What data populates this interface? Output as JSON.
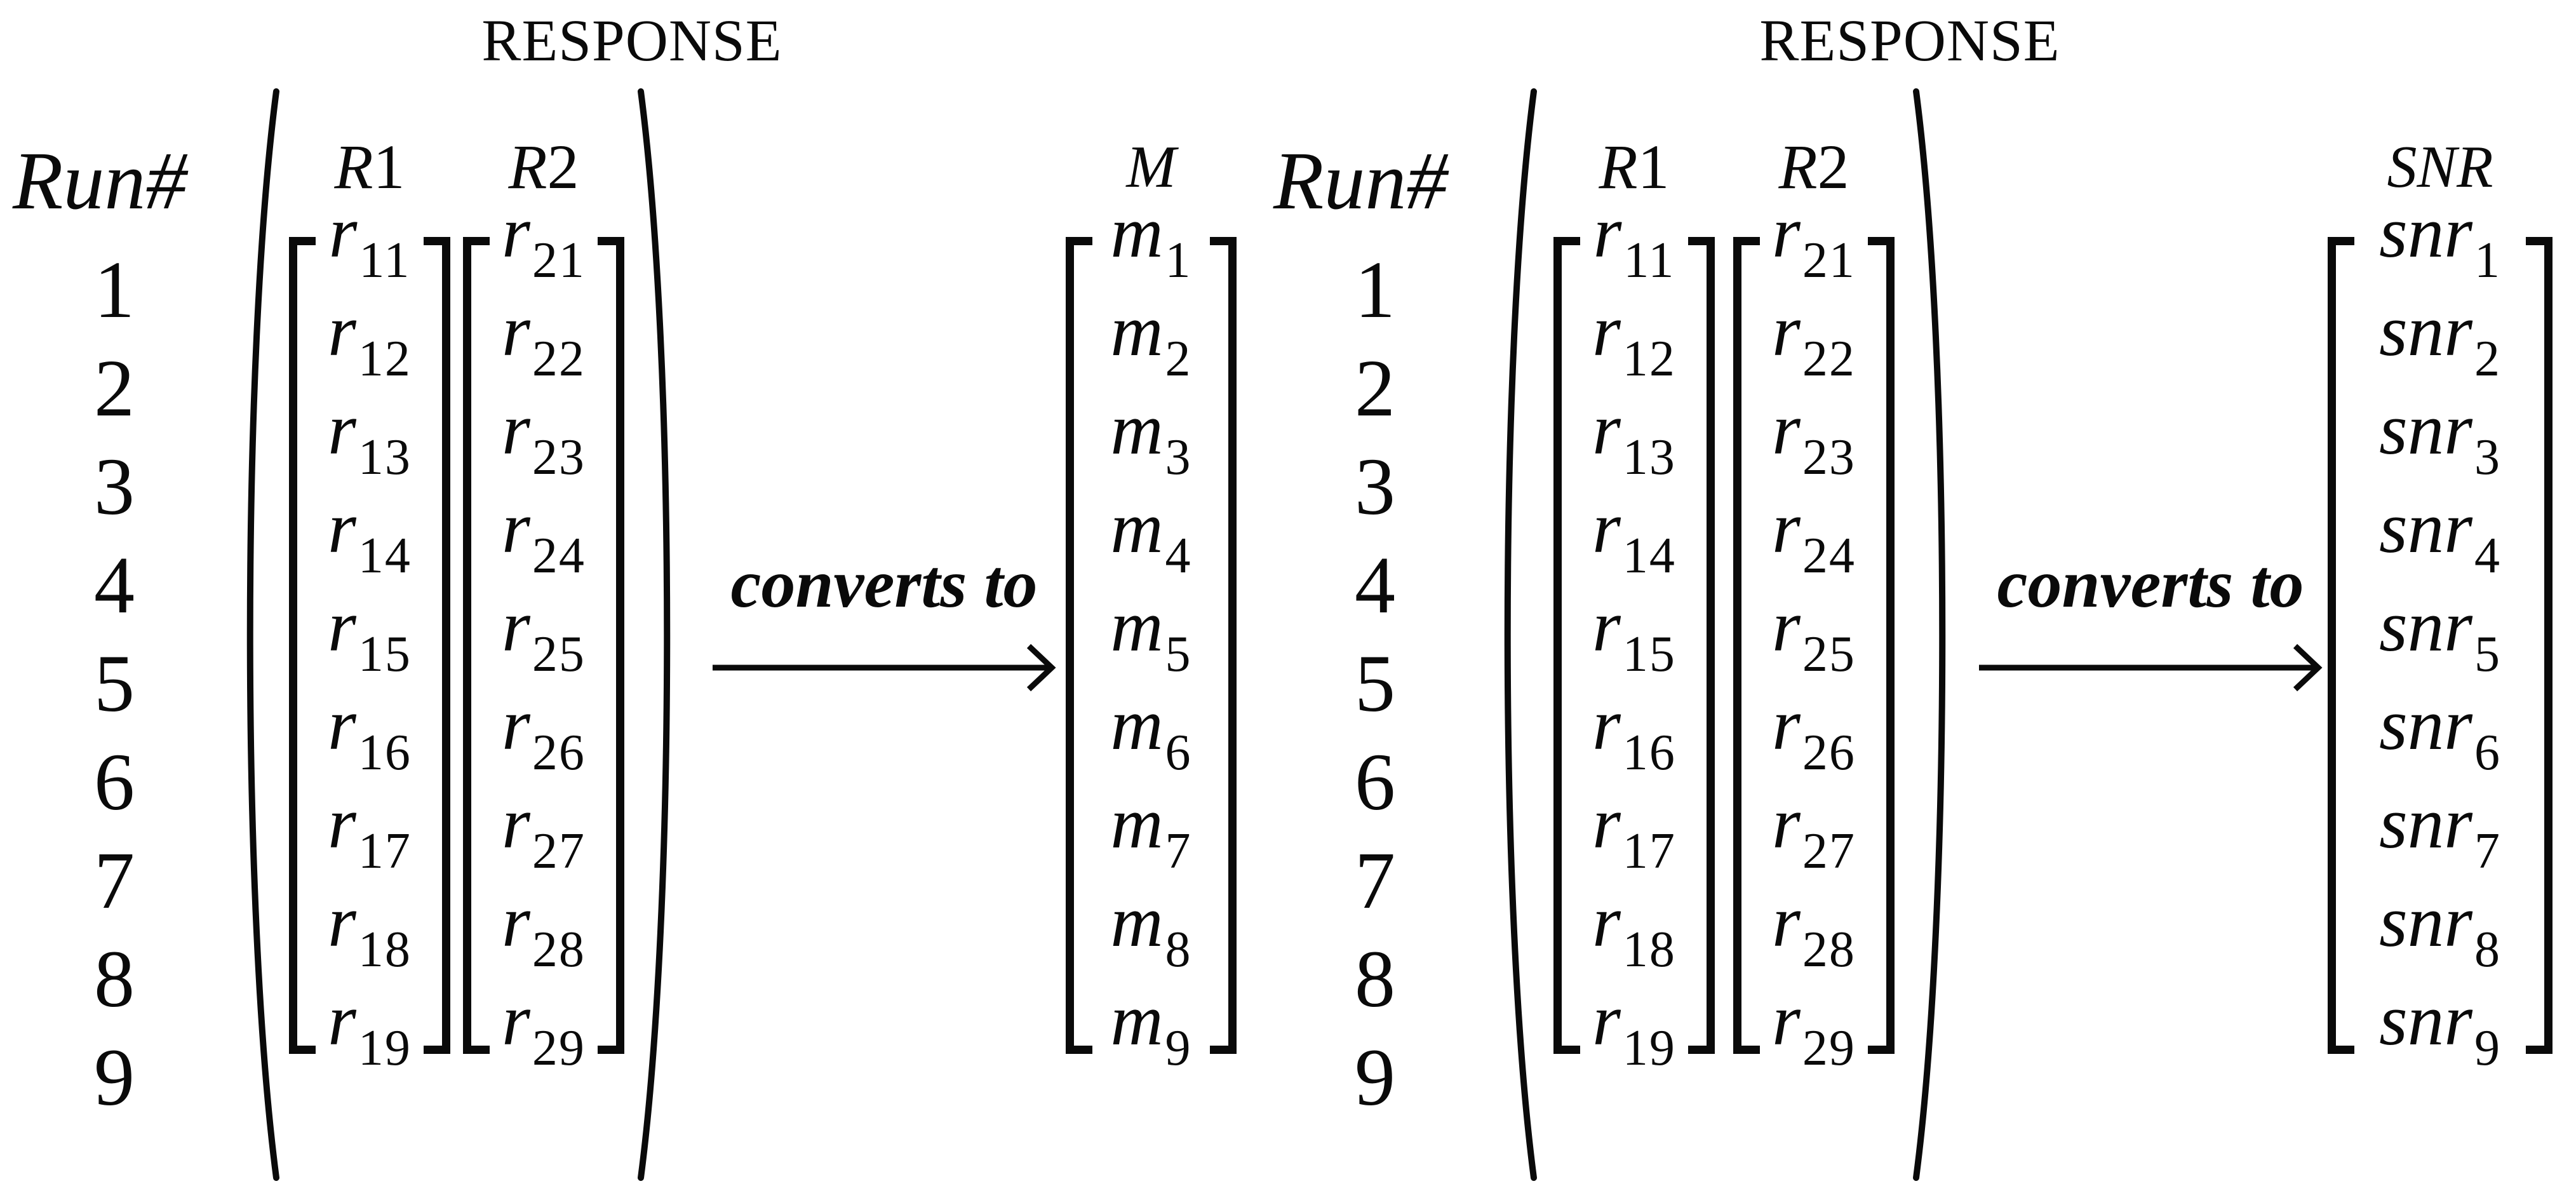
{
  "colors": {
    "ink": "#0a0a0a",
    "background": "#ffffff"
  },
  "panels": [
    {
      "run_label": "Run#",
      "run_numbers": [
        "1",
        "2",
        "3",
        "4",
        "5",
        "6",
        "7",
        "8",
        "9"
      ],
      "group_title": "RESPONSE",
      "vectors": [
        {
          "header_italic": "R",
          "header_normal": "1",
          "entries": [
            {
              "base": "r",
              "sub": "11"
            },
            {
              "base": "r",
              "sub": "12"
            },
            {
              "base": "r",
              "sub": "13"
            },
            {
              "base": "r",
              "sub": "14"
            },
            {
              "base": "r",
              "sub": "15"
            },
            {
              "base": "r",
              "sub": "16"
            },
            {
              "base": "r",
              "sub": "17"
            },
            {
              "base": "r",
              "sub": "18"
            },
            {
              "base": "r",
              "sub": "19"
            }
          ]
        },
        {
          "header_italic": "R",
          "header_normal": "2",
          "entries": [
            {
              "base": "r",
              "sub": "21"
            },
            {
              "base": "r",
              "sub": "22"
            },
            {
              "base": "r",
              "sub": "23"
            },
            {
              "base": "r",
              "sub": "24"
            },
            {
              "base": "r",
              "sub": "25"
            },
            {
              "base": "r",
              "sub": "26"
            },
            {
              "base": "r",
              "sub": "27"
            },
            {
              "base": "r",
              "sub": "28"
            },
            {
              "base": "r",
              "sub": "29"
            }
          ]
        }
      ],
      "converts_label": "converts to",
      "result": {
        "header_italic": "M",
        "header_normal": "",
        "entries": [
          {
            "base": "m",
            "sub": "1"
          },
          {
            "base": "m",
            "sub": "2"
          },
          {
            "base": "m",
            "sub": "3"
          },
          {
            "base": "m",
            "sub": "4"
          },
          {
            "base": "m",
            "sub": "5"
          },
          {
            "base": "m",
            "sub": "6"
          },
          {
            "base": "m",
            "sub": "7"
          },
          {
            "base": "m",
            "sub": "8"
          },
          {
            "base": "m",
            "sub": "9"
          }
        ]
      }
    },
    {
      "run_label": "Run#",
      "run_numbers": [
        "1",
        "2",
        "3",
        "4",
        "5",
        "6",
        "7",
        "8",
        "9"
      ],
      "group_title": "RESPONSE",
      "vectors": [
        {
          "header_italic": "R",
          "header_normal": "1",
          "entries": [
            {
              "base": "r",
              "sub": "11"
            },
            {
              "base": "r",
              "sub": "12"
            },
            {
              "base": "r",
              "sub": "13"
            },
            {
              "base": "r",
              "sub": "14"
            },
            {
              "base": "r",
              "sub": "15"
            },
            {
              "base": "r",
              "sub": "16"
            },
            {
              "base": "r",
              "sub": "17"
            },
            {
              "base": "r",
              "sub": "18"
            },
            {
              "base": "r",
              "sub": "19"
            }
          ]
        },
        {
          "header_italic": "R",
          "header_normal": "2",
          "entries": [
            {
              "base": "r",
              "sub": "21"
            },
            {
              "base": "r",
              "sub": "22"
            },
            {
              "base": "r",
              "sub": "23"
            },
            {
              "base": "r",
              "sub": "24"
            },
            {
              "base": "r",
              "sub": "25"
            },
            {
              "base": "r",
              "sub": "26"
            },
            {
              "base": "r",
              "sub": "27"
            },
            {
              "base": "r",
              "sub": "28"
            },
            {
              "base": "r",
              "sub": "29"
            }
          ]
        }
      ],
      "converts_label": "converts to",
      "result": {
        "header_italic": "SNR",
        "header_normal": "",
        "entries": [
          {
            "base": "snr",
            "sub": "1"
          },
          {
            "base": "snr",
            "sub": "2"
          },
          {
            "base": "snr",
            "sub": "3"
          },
          {
            "base": "snr",
            "sub": "4"
          },
          {
            "base": "snr",
            "sub": "5"
          },
          {
            "base": "snr",
            "sub": "6"
          },
          {
            "base": "snr",
            "sub": "7"
          },
          {
            "base": "snr",
            "sub": "8"
          },
          {
            "base": "snr",
            "sub": "9"
          }
        ]
      }
    }
  ]
}
